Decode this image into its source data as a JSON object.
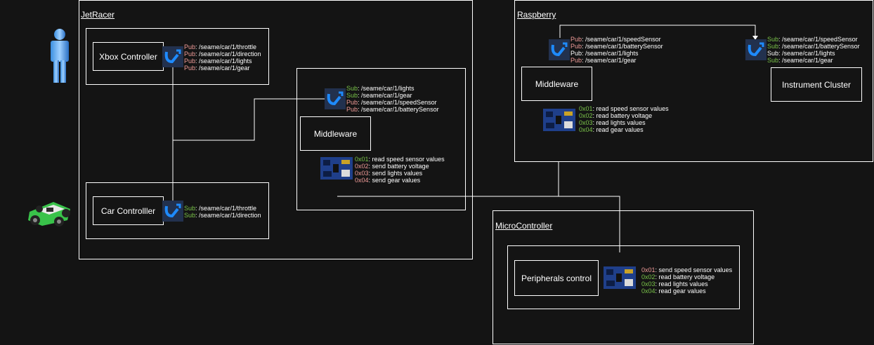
{
  "groups": {
    "jetracer": "JetRacer",
    "raspberry": "Raspberry",
    "microcontroller": "MicroController"
  },
  "nodes": {
    "xbox": "Xbox Controller",
    "car": "Car Controlller",
    "jet_middleware": "Middleware",
    "rpi_middleware": "Middleware",
    "cluster": "Instrument Cluster",
    "peripherals": "Peripherals control"
  },
  "topics": {
    "xbox": [
      {
        "kind": "Pub",
        "topic": ": /seame/car/1/throttle"
      },
      {
        "kind": "Pub",
        "topic": ": /seame/car/1/direction"
      },
      {
        "kind": "Pub",
        "topic": ": /seame/car/1/lights"
      },
      {
        "kind": "Pub",
        "topic": ": /seame/car/1/gear"
      }
    ],
    "car": [
      {
        "kind": "Sub",
        "topic": ": /seame/car/1/throttle"
      },
      {
        "kind": "Sub",
        "topic": ": /seame/car/1/direction"
      }
    ],
    "jet_middleware": [
      {
        "kind": "Sub",
        "topic": ": /seame/car/1/lights"
      },
      {
        "kind": "Sub",
        "topic": ": /seame/car/1/gear"
      },
      {
        "kind": "Pub",
        "topic": ": /seame/car/1/speedSensor"
      },
      {
        "kind": "Pub",
        "topic": ": /seame/car/1/batterySensor"
      }
    ],
    "rpi_middleware": [
      {
        "kind": "Pub",
        "topic": ": /seame/car/1/speedSensor"
      },
      {
        "kind": "Pub",
        "topic": ": /seame/car/1/batterySensor"
      },
      {
        "kind": "Pub",
        "topic": ": /seame/car/1/lights"
      },
      {
        "kind": "Pub",
        "topic": ": /seame/car/1/gear"
      }
    ],
    "cluster": [
      {
        "kind": "Sub",
        "topic": ": /seame/car/1/speedSensor"
      },
      {
        "kind": "Sub",
        "topic": ": /seame/car/1/batterySensor"
      },
      {
        "kind": "Sub",
        "topic": ": /seame/car/1/lights"
      },
      {
        "kind": "Sub",
        "topic": ": /seame/car/1/gear"
      }
    ]
  },
  "can": {
    "jet": [
      {
        "code": "0x01",
        "text": ": read speed sensor values"
      },
      {
        "code": "0x02",
        "text": ": send battery voltage"
      },
      {
        "code": "0x03",
        "text": ": send lights values"
      },
      {
        "code": "0x04",
        "text": ": send gear values"
      }
    ],
    "rpi": [
      {
        "code": "0x01",
        "text": ": read speed sensor values"
      },
      {
        "code": "0x02",
        "text": ": read battery voltage"
      },
      {
        "code": "0x03",
        "text": ": read lights values"
      },
      {
        "code": "0x04",
        "text": ": read gear values"
      }
    ],
    "mcu": [
      {
        "code": "0x01",
        "text": ": send speed sensor values"
      },
      {
        "code": "0x02",
        "text": ": read battery voltage"
      },
      {
        "code": "0x03",
        "text": ": read lights values"
      },
      {
        "code": "0x04",
        "text": ": read gear values"
      }
    ]
  },
  "colors": {
    "background": "#141414",
    "pub": "#f19c99",
    "sub": "#7bc54a",
    "ros_icon": "#22314e",
    "board": "#1f3f8a"
  },
  "icons": {
    "user": "user-icon",
    "car": "car-icon",
    "ros": "ros-node-icon",
    "board": "can-board-icon"
  }
}
